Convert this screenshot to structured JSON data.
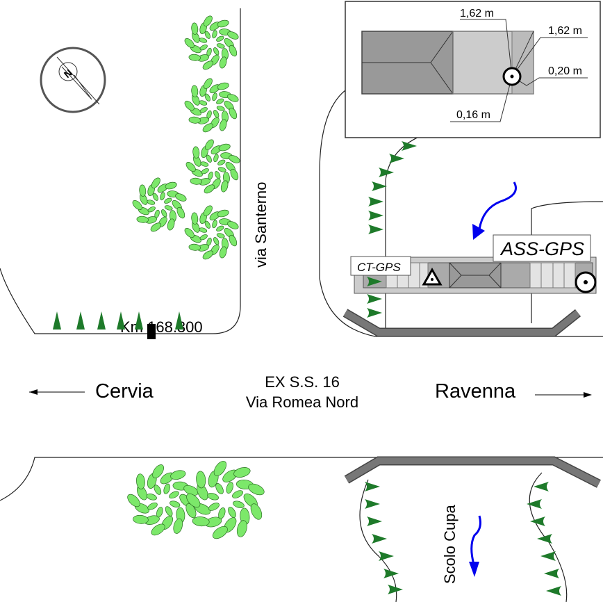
{
  "compass": {
    "label": "N"
  },
  "inset": {
    "dimensions": [
      "1,62 m",
      "1,62 m",
      "0,20 m",
      "0,16 m"
    ]
  },
  "labels": {
    "via_santerno": "via Santerno",
    "km_marker": "Km 168.300",
    "cervia": "Cervia",
    "road_name_1": "EX S.S. 16",
    "road_name_2": "Via Romea Nord",
    "ravenna": "Ravenna",
    "ct_gps": "CT-GPS",
    "ass_gps": "ASS-GPS",
    "scolo_cupa": "Scolo Cupa"
  },
  "colors": {
    "foliage": "#7CE86A",
    "foliage_stroke": "#2a6e22",
    "flow_arrow": "#0000ee",
    "ditch": "#1e7a2a",
    "bridge": "#6e6e6e"
  }
}
